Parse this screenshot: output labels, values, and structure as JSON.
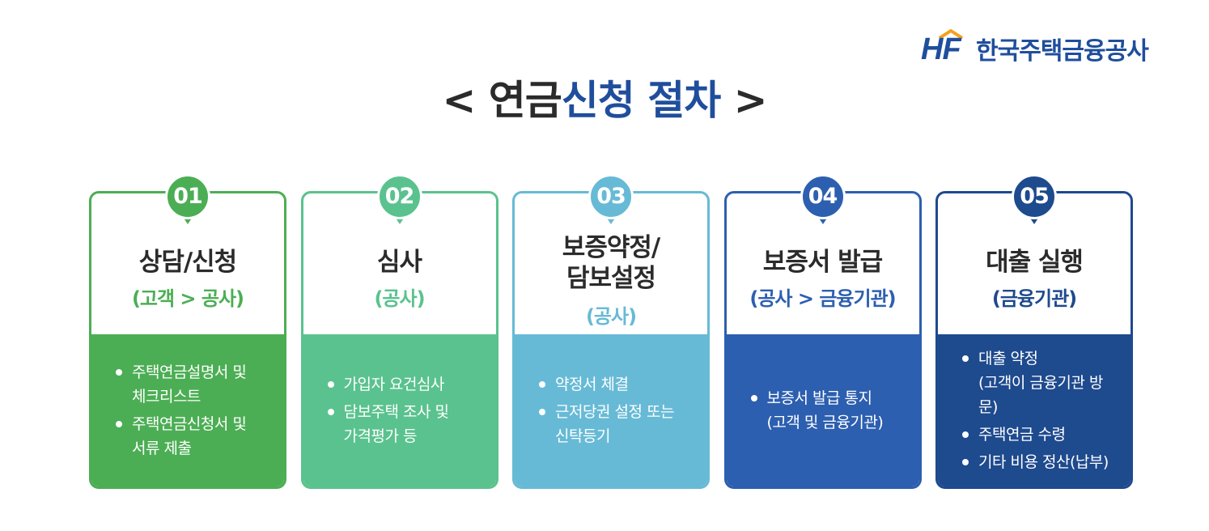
{
  "logo": {
    "mark": "HF",
    "name": "한국주택금융공사"
  },
  "title": {
    "prefix": "< 연금",
    "accent": "신청 절차",
    "suffix": " >"
  },
  "steps": [
    {
      "number": "01",
      "name_line1": "상담/신청",
      "name_line2": "",
      "role": "(고객 > 공사)",
      "color": "#4cae54",
      "items": [
        {
          "line1": "주택연금설명서 및",
          "line2": "체크리스트"
        },
        {
          "line1": "주택연금신청서 및",
          "line2": "서류 제출"
        }
      ]
    },
    {
      "number": "02",
      "name_line1": "심사",
      "name_line2": "",
      "role": "(공사)",
      "color": "#5ac28e",
      "items": [
        {
          "line1": "가입자 요건심사",
          "line2": ""
        },
        {
          "line1": "담보주택 조사 및",
          "line2": "가격평가 등"
        }
      ]
    },
    {
      "number": "03",
      "name_line1": "보증약정/",
      "name_line2": "담보설정",
      "role": "(공사)",
      "color": "#67bad6",
      "items": [
        {
          "line1": "약정서 체결",
          "line2": ""
        },
        {
          "line1": "근저당권 설정 또는",
          "line2": "신탁등기"
        }
      ]
    },
    {
      "number": "04",
      "name_line1": "보증서 발급",
      "name_line2": "",
      "role": "(공사 > 금융기관)",
      "color": "#2d5fb0",
      "items": [
        {
          "line1": "보증서 발급 통지",
          "line2": "(고객 및 금융기관)"
        }
      ]
    },
    {
      "number": "05",
      "name_line1": "대출 실행",
      "name_line2": "",
      "role": "(금융기관)",
      "color": "#1e4a8e",
      "items": [
        {
          "line1": "대출 약정",
          "line2": "(고객이 금융기관 방문)"
        },
        {
          "line1": "주택연금 수령",
          "line2": ""
        },
        {
          "line1": "기타 비용 정산(납부)",
          "line2": ""
        }
      ]
    }
  ]
}
